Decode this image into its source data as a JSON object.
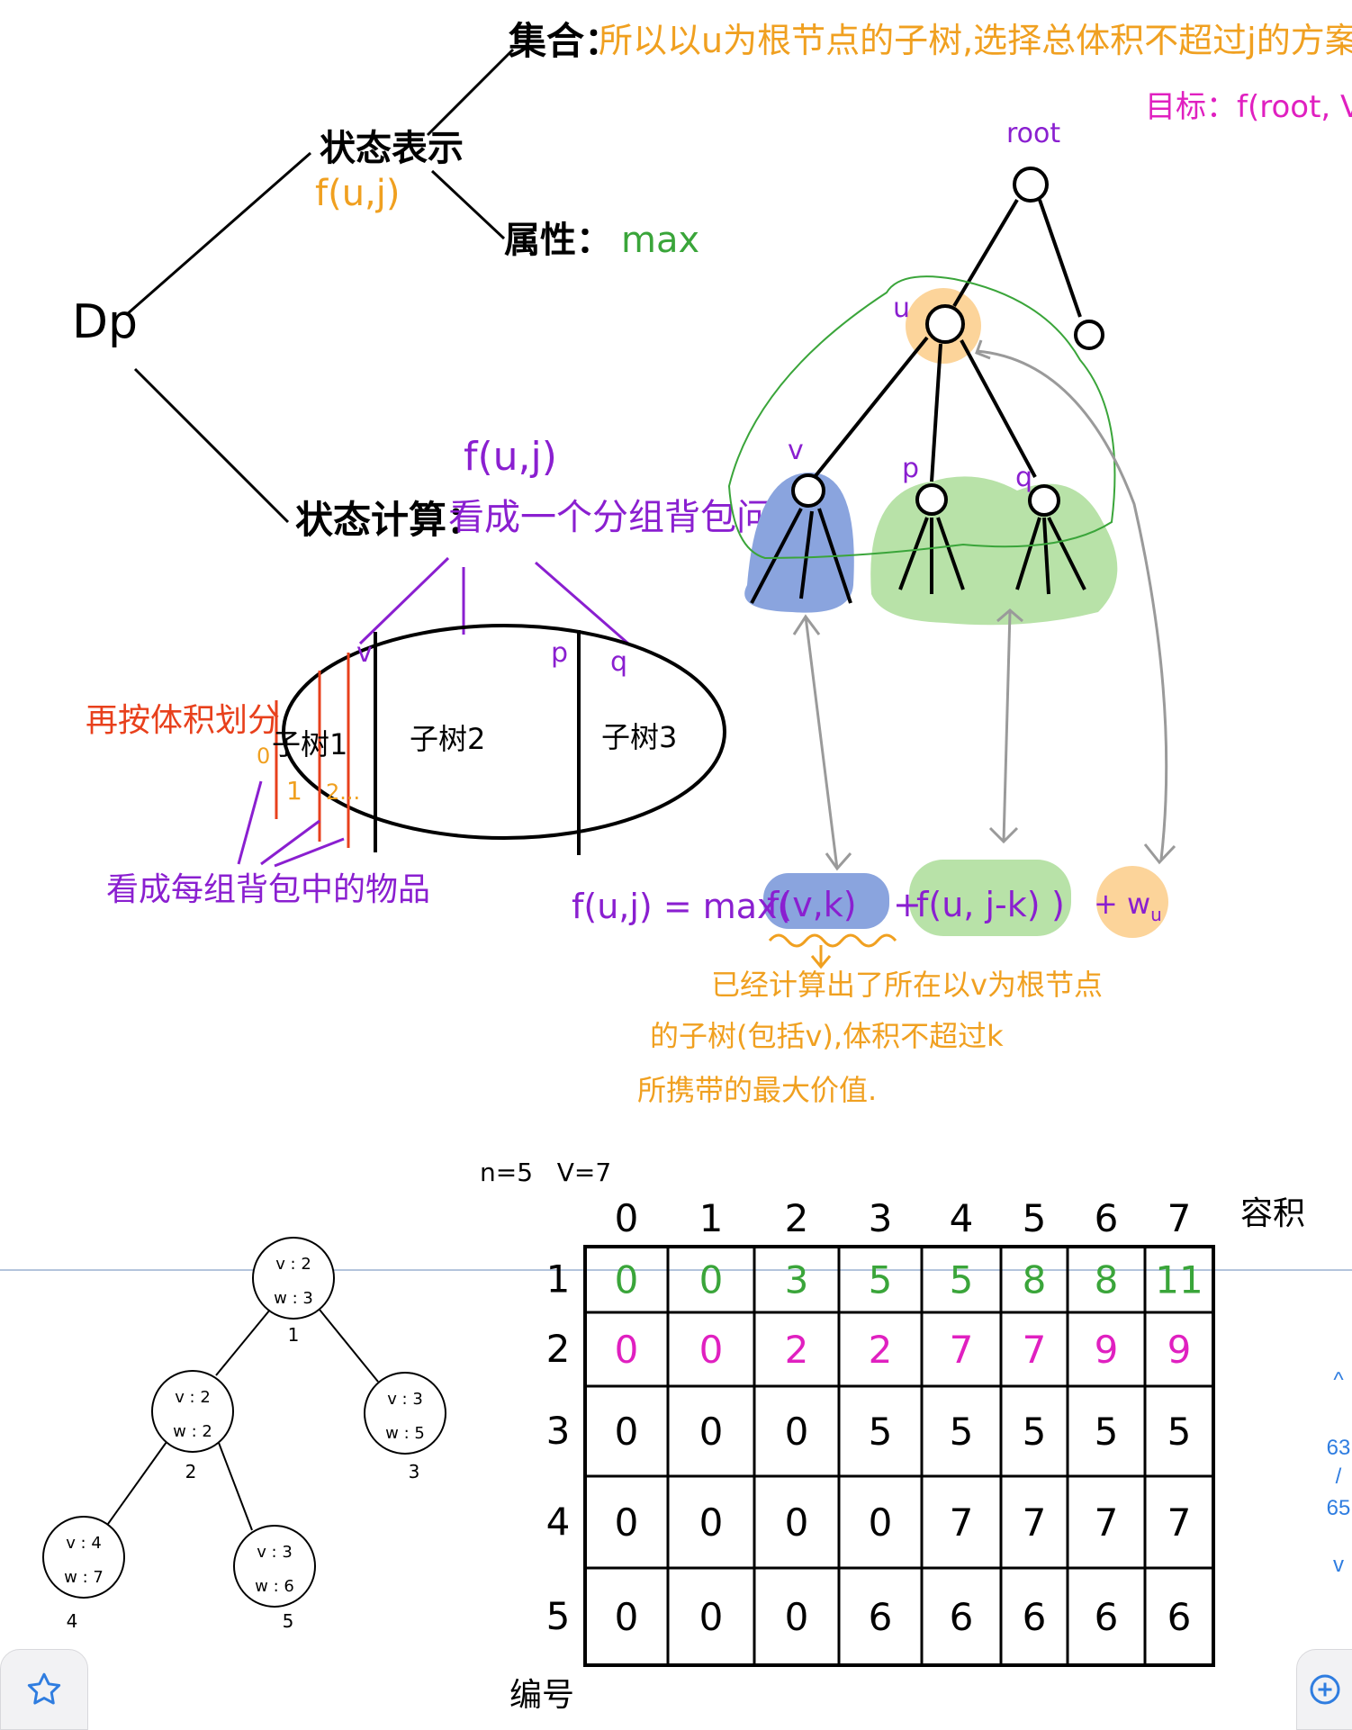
{
  "diagram": {
    "root": "Dp",
    "state_repr": {
      "label": "状态表示",
      "func": "f(u,j)",
      "set_label": "集合：",
      "set_desc": "所以以u为根节点的子树,选择总体积不超过j的方案",
      "attr_label": "属性：",
      "attr_value": "max"
    },
    "state_calc": {
      "label": "状态计算：",
      "desc": "看成一个分组背包问题.",
      "func": "f(u,j)",
      "note_left": "再按体积划分",
      "note_bottom": "看成每组背包中的物品",
      "subtrees": [
        "子树1",
        "子树2",
        "子树3"
      ],
      "child_labels": [
        "v",
        "p",
        "q"
      ],
      "vol_marks": [
        "0",
        "1",
        "2..."
      ]
    },
    "target": "目标：f(root, V)",
    "tree_labels": {
      "root": "root",
      "u": "u",
      "v": "v",
      "p": "p",
      "q": "q"
    },
    "equation": {
      "lhs": "f(u,j) = max(",
      "term1": "f(v,k)",
      "plus": "+",
      "term2": "f(u, j-k)",
      "rparen": ")",
      "term3": "+ w",
      "term3_sub": "u"
    },
    "explanation": [
      "已经计算出了所在以v为根节点",
      "的子树(包括v),体积不超过k",
      "所携带的最大价值."
    ]
  },
  "example": {
    "params": "n=5   V=7",
    "nodes": [
      {
        "id": "1",
        "v": "v : 2",
        "w": "w : 3"
      },
      {
        "id": "2",
        "v": "v : 2",
        "w": "w : 2"
      },
      {
        "id": "3",
        "v": "v : 3",
        "w": "w : 5"
      },
      {
        "id": "4",
        "v": "v : 4",
        "w": "w : 7"
      },
      {
        "id": "5",
        "v": "v : 3",
        "w": "w : 6"
      }
    ],
    "capacity_label": "容积",
    "index_label": "编号",
    "col_headers": [
      "0",
      "1",
      "2",
      "3",
      "4",
      "5",
      "6",
      "7"
    ],
    "row_headers": [
      "1",
      "2",
      "3",
      "4",
      "5"
    ],
    "rows": [
      [
        "0",
        "0",
        "3",
        "5",
        "5",
        "8",
        "8",
        "11"
      ],
      [
        "0",
        "0",
        "2",
        "2",
        "7",
        "7",
        "9",
        "9"
      ],
      [
        "0",
        "0",
        "0",
        "5",
        "5",
        "5",
        "5",
        "5"
      ],
      [
        "0",
        "0",
        "0",
        "0",
        "7",
        "7",
        "7",
        "7"
      ],
      [
        "0",
        "0",
        "0",
        "6",
        "6",
        "6",
        "6",
        "6"
      ]
    ]
  },
  "pager": {
    "up": "^",
    "current": "63",
    "sep": "/",
    "total": "65",
    "down": "v"
  },
  "colors": {
    "orange": "#f0a020",
    "green": "#3aa53a",
    "purple": "#8a1fd0",
    "magenta": "#e020c0",
    "red": "#e8401c",
    "blue_fill": "#8aa4de",
    "green_fill": "#b8e2a8",
    "orange_fill": "#fcd49a",
    "gray": "#9a9a9a"
  }
}
